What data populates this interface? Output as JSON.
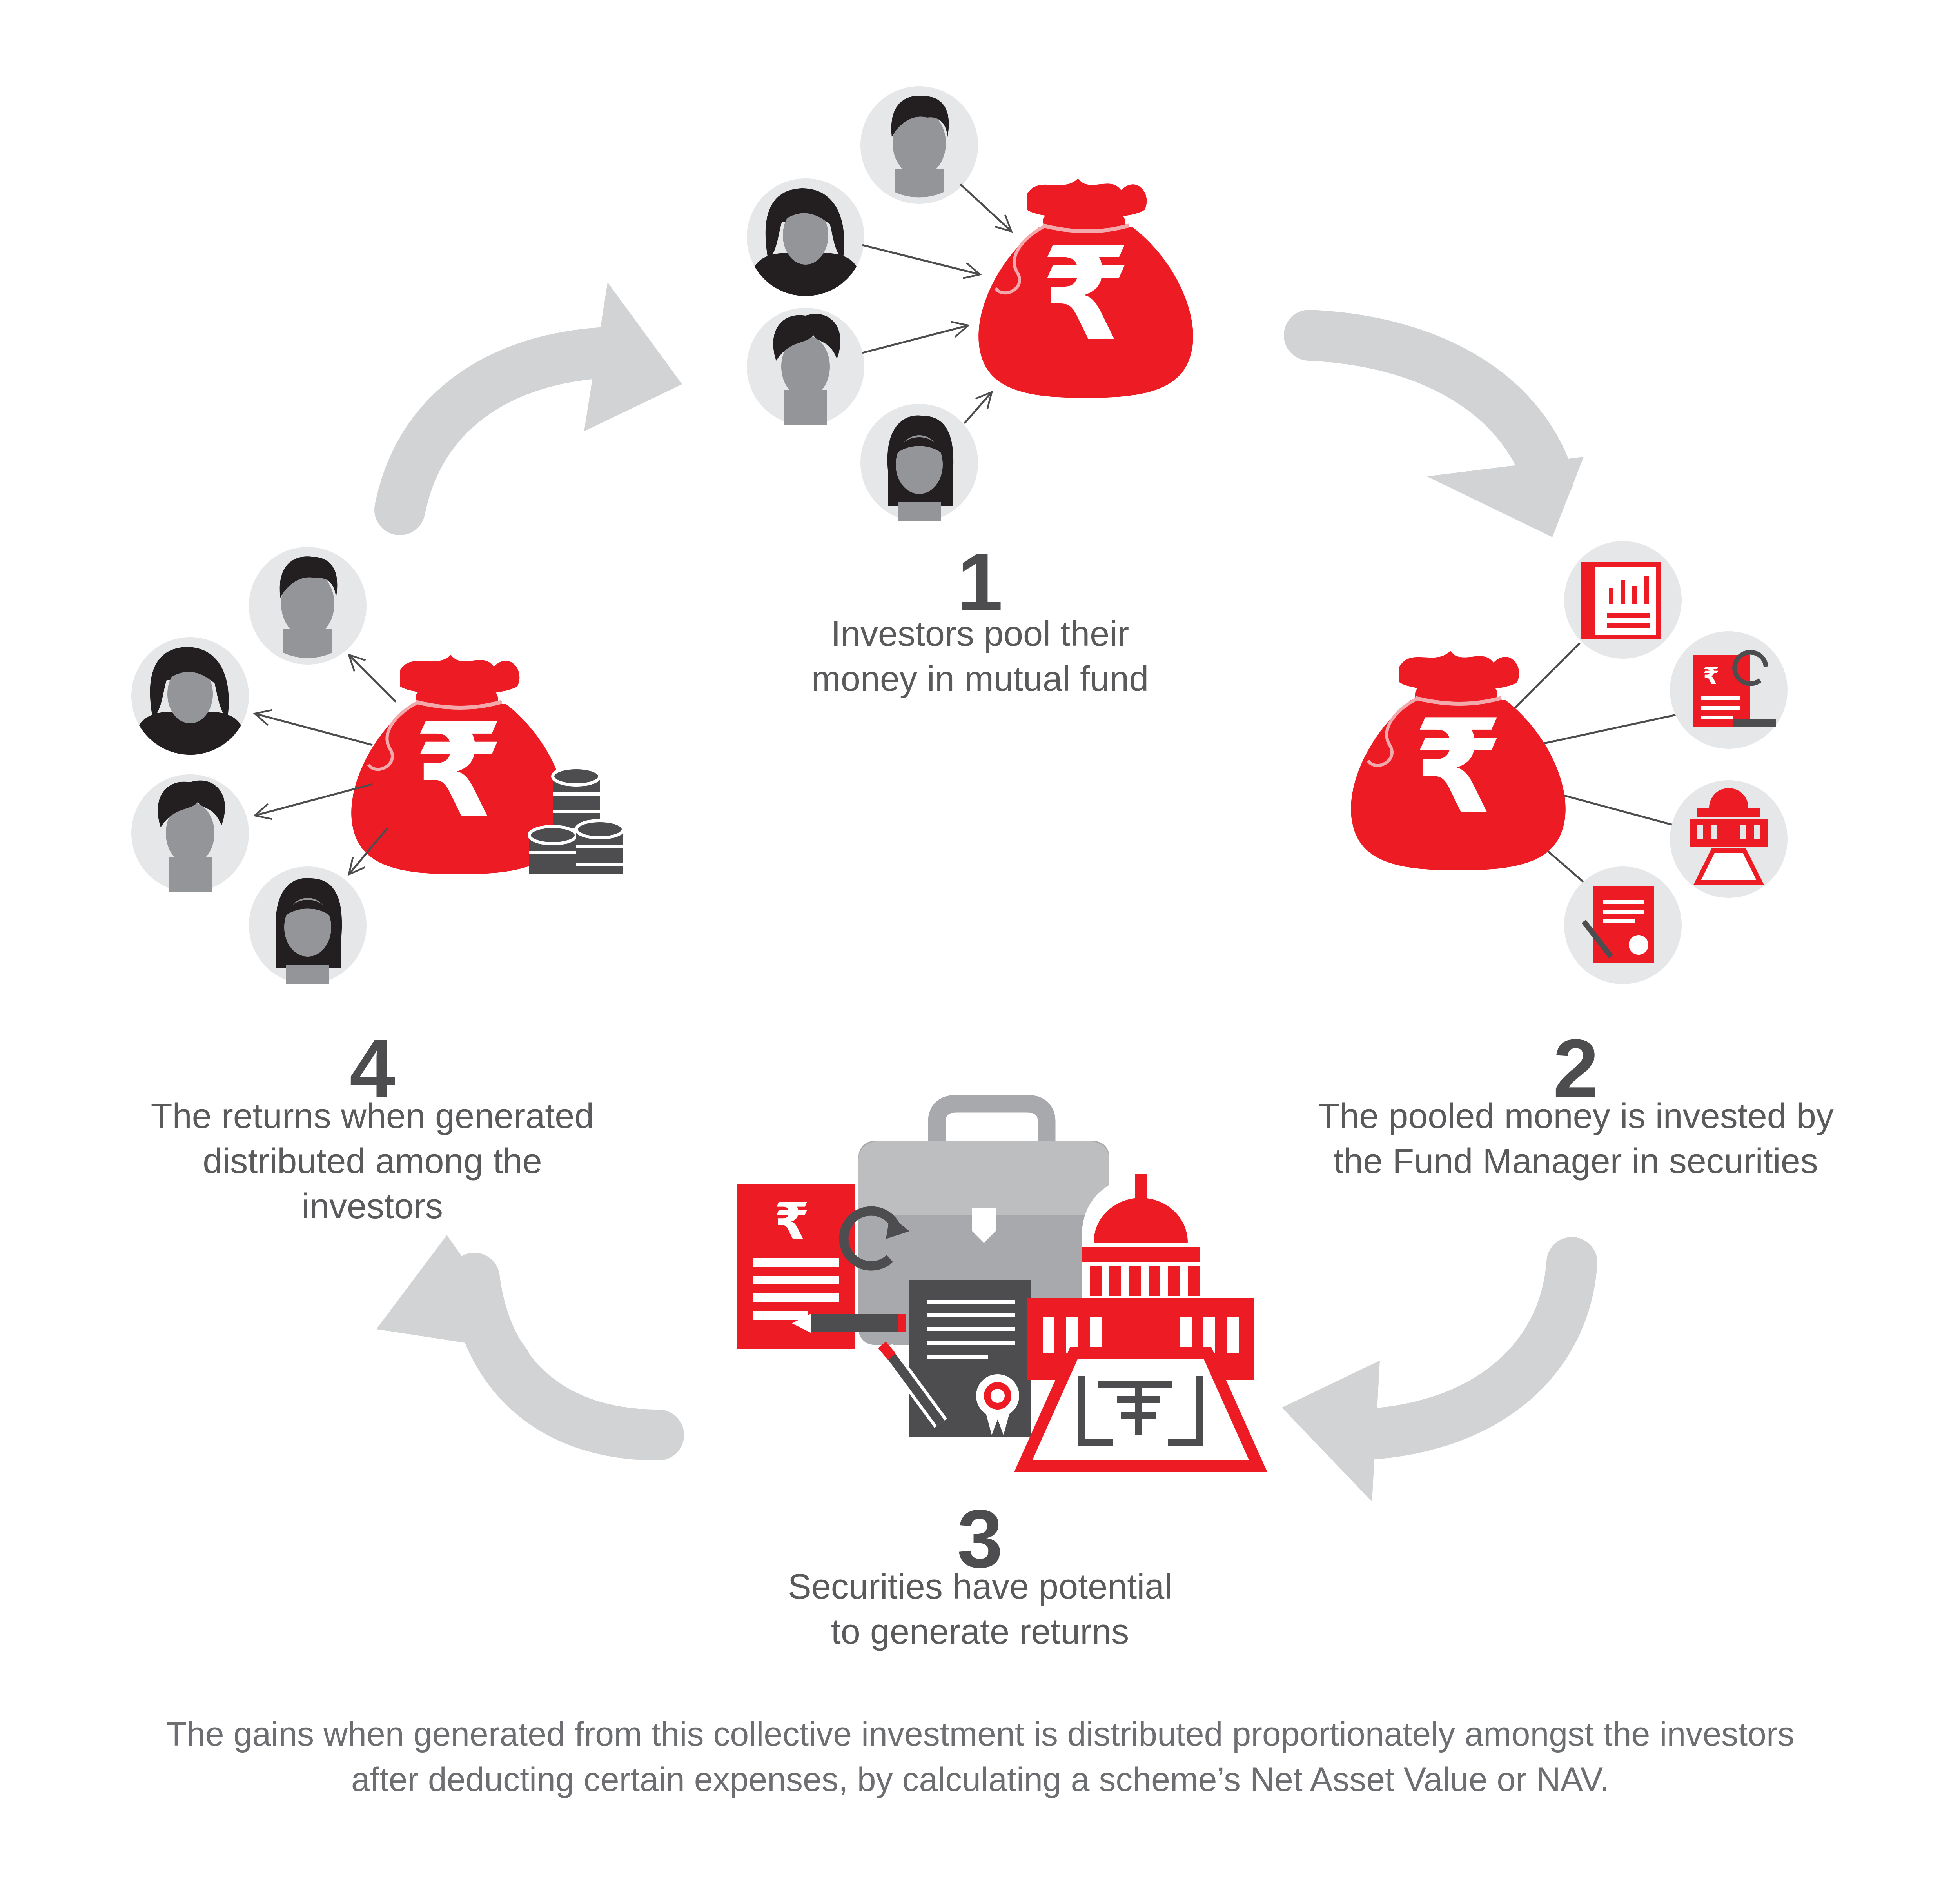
{
  "steps": [
    {
      "number": "1",
      "lines": [
        "Investors pool their",
        "money in mutual fund"
      ]
    },
    {
      "number": "2",
      "lines": [
        "The pooled money is invested by",
        "the Fund Manager in securities"
      ]
    },
    {
      "number": "3",
      "lines": [
        "Securities have potential",
        "to generate returns"
      ]
    },
    {
      "number": "4",
      "lines": [
        "The returns when generated",
        "distributed among the",
        "investors"
      ]
    }
  ],
  "footer": {
    "lines": [
      "The gains when generated from this collective investment is distributed proportionately amongst the investors",
      "after deducting certain expenses, by calculating a scheme’s Net Asset Value or NAV."
    ]
  },
  "symbols": {
    "rupee": "₹"
  },
  "colors": {
    "red": "#ED1C24",
    "dark_gray": "#4D4D4F",
    "arrow_gray": "#D1D3D4",
    "circle_gray": "#E6E7E8",
    "text_gray": "#5A5A5C"
  },
  "icons": [
    "money-bag-icon",
    "person-icon",
    "document-icon",
    "building-icon",
    "coins-icon",
    "briefcase-icon",
    "certificate-icon",
    "cycle-arrow-icon"
  ]
}
